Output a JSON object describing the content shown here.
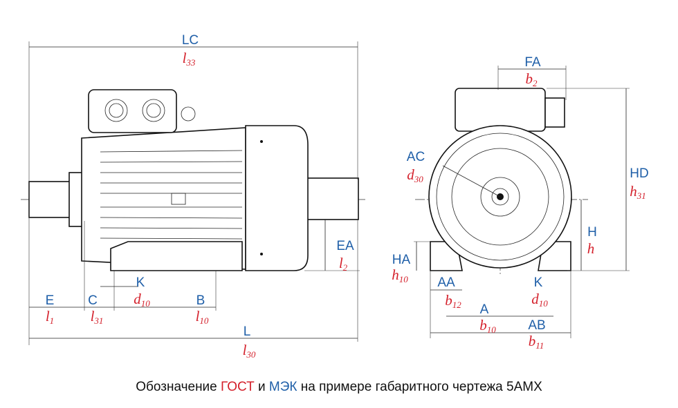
{
  "colors": {
    "iec": "#1f5fa8",
    "gost": "#d4202b"
  },
  "dimensions": {
    "LC": {
      "iec": "LC",
      "main": "l",
      "sub": "33"
    },
    "FA": {
      "iec": "FA",
      "main": "b",
      "sub": "2"
    },
    "AC": {
      "iec": "AC",
      "main": "d",
      "sub": "30"
    },
    "HD": {
      "iec": "HD",
      "main": "h",
      "sub": "31"
    },
    "H": {
      "iec": "H",
      "main": "h",
      "sub": ""
    },
    "EA": {
      "iec": "EA",
      "main": "l",
      "sub": "2"
    },
    "HA": {
      "iec": "HA",
      "main": "h",
      "sub": "10"
    },
    "AA": {
      "iec": "AA",
      "main": "b",
      "sub": "12"
    },
    "K_side": {
      "iec": "K",
      "main": "d",
      "sub": "10"
    },
    "K_front": {
      "iec": "K",
      "main": "d",
      "sub": "10"
    },
    "E": {
      "iec": "E",
      "main": "l",
      "sub": "1"
    },
    "C": {
      "iec": "C",
      "main": "l",
      "sub": "31"
    },
    "B": {
      "iec": "B",
      "main": "l",
      "sub": "10"
    },
    "L": {
      "iec": "L",
      "main": "l",
      "sub": "30"
    },
    "A": {
      "iec": "A",
      "main": "b",
      "sub": "10"
    },
    "AB": {
      "iec": "AB",
      "main": "b",
      "sub": "11"
    }
  },
  "caption": {
    "prefix": "Обозначение ",
    "gost": "ГОСТ",
    "mid": " и ",
    "iec": "МЭК",
    "suffix": " на примере габаритного чертежа 5АМХ"
  }
}
